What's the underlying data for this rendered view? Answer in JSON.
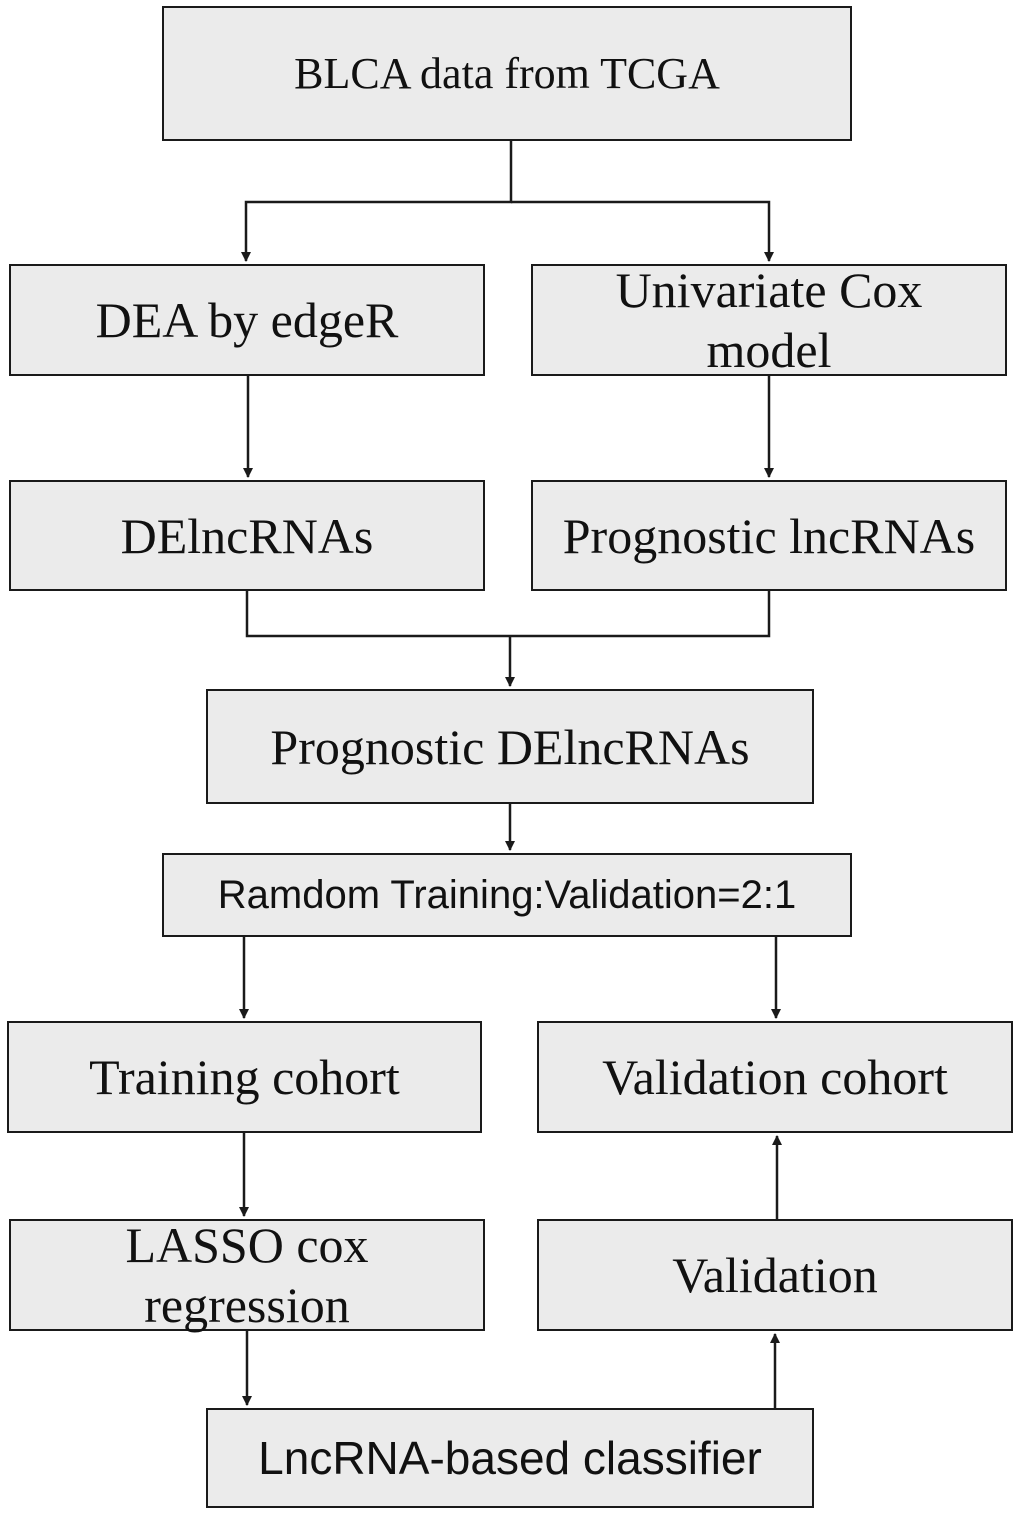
{
  "nodes": {
    "blca": "BLCA data from TCGA",
    "dea": "DEA by edgeR",
    "univariate": "Univariate Cox\nmodel",
    "delnc": "DElncRNAs",
    "prognostic_lnc": "Prognostic lncRNAs",
    "prognostic_delnc": "Prognostic DElncRNAs",
    "random_split": "Ramdom Training:Validation=2:1",
    "training": "Training cohort",
    "validation_cohort": "Validation cohort",
    "lasso": "LASSO cox\nregression",
    "validation": "Validation",
    "classifier": "LncRNA-based classifier"
  },
  "colors": {
    "box_fill": "#ebebeb",
    "box_border": "#1a1a1a",
    "line": "#1a1a1a",
    "text": "#111111"
  }
}
